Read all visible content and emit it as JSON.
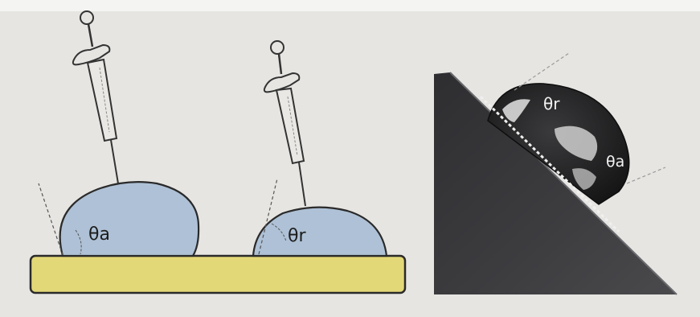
{
  "left_panel": {
    "advancing_angle_label": "θa",
    "receding_angle_label": "θr"
  },
  "right_panel": {
    "receding_angle_label": "θr",
    "advancing_angle_label": "θa"
  },
  "colors": {
    "paper": "#e6e5e2",
    "droplet_fill": "#aec1d6",
    "substrate_fill": "#e3d878",
    "outline": "#2a2a2a",
    "ramp_dark": "#3a3a3d",
    "drop_dark": "#1f1f21",
    "label_on_dark": "#f2f2f2"
  }
}
